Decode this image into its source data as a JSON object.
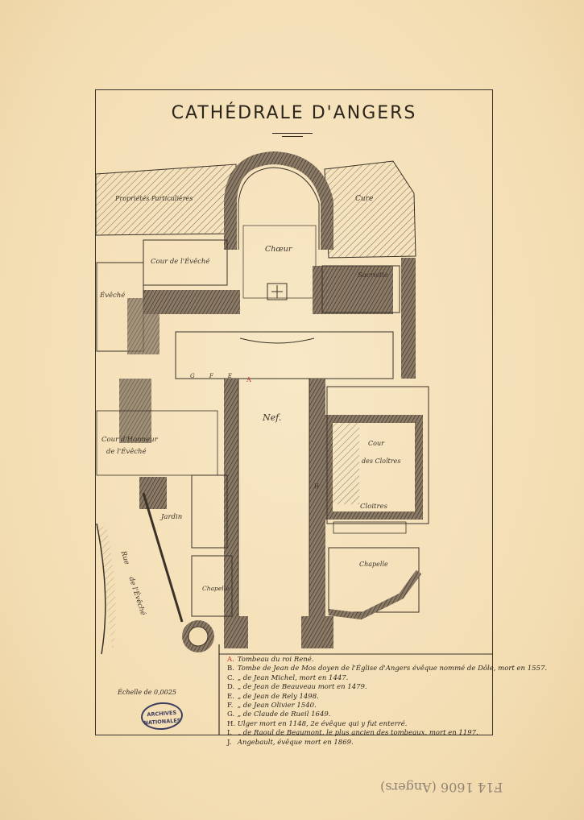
{
  "title": "CATHÉDRALE D'ANGERS",
  "labels": {
    "proprietes": "Propriétés Particulières",
    "cure": "Cure",
    "choeur": "Chœur",
    "cour_eveche": "Cour de l'Évêché",
    "eveche": "Évêché",
    "sacristie": "Sacristie",
    "nef": "Nef.",
    "cour_honneur": "Cour d'Honneur",
    "de_leveche": "de l'Évêché",
    "cour_cloitres": "Cour",
    "des_cloitres": "des Cloîtres",
    "cloitres": "Cloitres",
    "jardin": "Jardin",
    "rue": "Rue",
    "de_leveche_rue": "de l'Évêché",
    "chapelle_left": "Chapelle",
    "chapelle_right": "Chapelle",
    "letters_nave": "G F E",
    "letter_a": "A",
    "letter_h": "H"
  },
  "legend": [
    {
      "key": "A.",
      "text": "Tombeau du roi René.",
      "accent": "#b8302a"
    },
    {
      "key": "B.",
      "text": "Tombe de Jean de Mos doyen de l'Église d'Angers évêque nommé de Dôle, mort en 1557."
    },
    {
      "key": "C.",
      "text": "„   de Jean Michel, mort en 1447."
    },
    {
      "key": "D.",
      "text": "„   de Jean de Beauveau mort en 1479."
    },
    {
      "key": "E.",
      "text": "„   de Jean de Rely   1498."
    },
    {
      "key": "F.",
      "text": "„   de Jean Olivier   1540."
    },
    {
      "key": "G.",
      "text": "„   de Claude de Rueil   1649."
    },
    {
      "key": "H.",
      "text": "Ulger mort en 1148, 2e évêque qui y fut enterré."
    },
    {
      "key": "I.",
      "text": "„   de Raoul de Beaumont, le plus ancien des tombeaux, mort en 1197."
    },
    {
      "key": "J.",
      "text": "Angebault, évêque mort en 1869."
    }
  ],
  "scale": "Échelle de 0,0025",
  "stamp": {
    "line1": "ARCHIVES",
    "line2": "NATIONALES"
  },
  "pencil_note": "F14 1606 (Angers)"
}
